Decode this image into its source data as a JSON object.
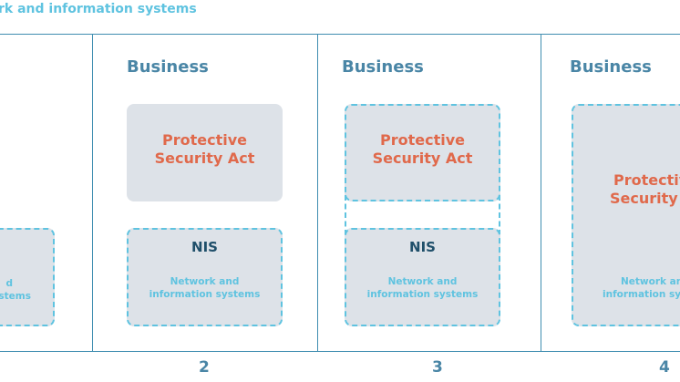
{
  "caption": "rk and information systems",
  "panels": [
    {
      "nis_subtitle_line1": "d",
      "nis_subtitle_line2": "stems"
    },
    {
      "business": "Business",
      "psa_line1": "Protective",
      "psa_line2": "Security Act",
      "nis_title": "NIS",
      "nis_subtitle_line1": "Network and",
      "nis_subtitle_line2": "information systems",
      "number": "2"
    },
    {
      "business": "Business",
      "psa_line1": "Protective",
      "psa_line2": "Security Act",
      "nis_title": "NIS",
      "nis_subtitle_line1": "Network and",
      "nis_subtitle_line2": "information systems",
      "number": "3"
    },
    {
      "business": "Business",
      "psa_line1": "Protectiv",
      "psa_line2": "Security A",
      "nis_subtitle_line1": "Network and",
      "nis_subtitle_line2": "information sys",
      "number": "4"
    }
  ],
  "colors": {
    "frame": "#3f8db0",
    "business": "#4a86a6",
    "psa": "#e0694b",
    "nis": "#1f4f6a",
    "accent": "#5fc3e0",
    "box": "#dde2e8"
  }
}
